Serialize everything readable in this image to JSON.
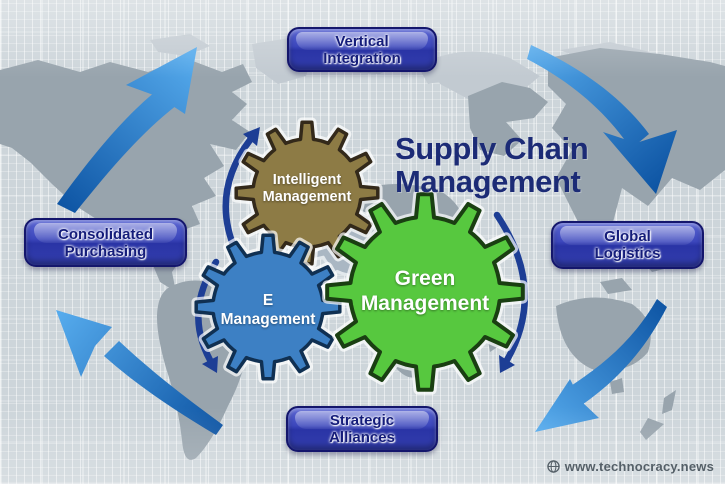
{
  "title": {
    "line1": "Supply Chain",
    "line2": "Management"
  },
  "buttons": {
    "top": {
      "line1": "Vertical",
      "line2": "Integration"
    },
    "left": {
      "line1": "Consolidated",
      "line2": "Purchasing"
    },
    "right": {
      "line1": "Global",
      "line2": "Logistics"
    },
    "bottom": {
      "line1": "Strategic",
      "line2": "Alliances"
    }
  },
  "gears": {
    "intelligent": {
      "line1": "Intelligent",
      "line2": "Management",
      "color": "#8d7b45"
    },
    "e": {
      "line1": "E",
      "line2": "Management",
      "color": "#3d80c4"
    },
    "green": {
      "line1": "Green",
      "line2": "Management",
      "color": "#57c83f"
    },
    "background": {
      "color": "#aab7c3"
    }
  },
  "watermark": {
    "icon": "globe-icon",
    "text": "www.technocracy.news"
  },
  "colors": {
    "background": "#cdd5da",
    "map_land": "#98a4ad",
    "map_land_light": "#c2cad1",
    "title_text": "#1c2b76",
    "button_border": "#14166c",
    "button_text": "#141c7a",
    "arrow_dark": "#0e55a4",
    "arrow_light": "#55aaec",
    "arc_arrow": "#1d3e95",
    "watermark_text": "#47525b"
  }
}
